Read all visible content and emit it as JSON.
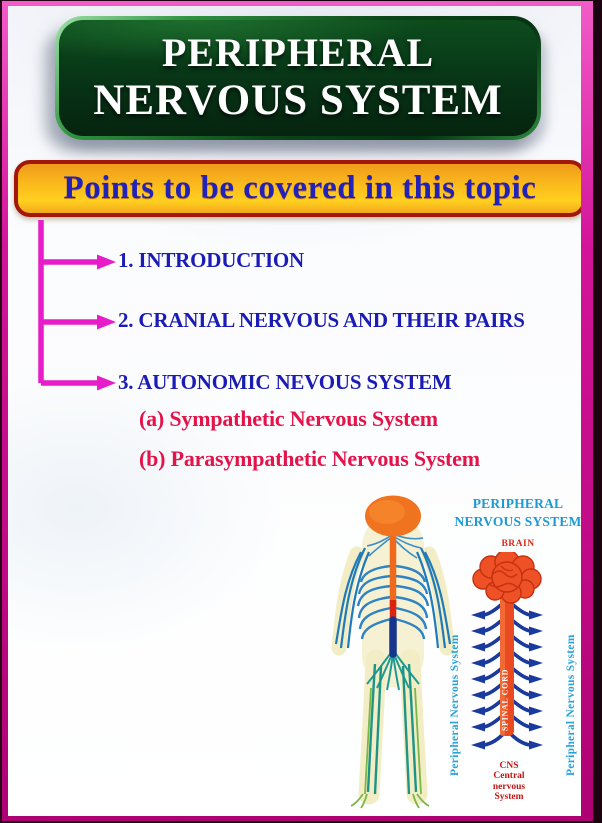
{
  "title_banner": {
    "line1": "PERIPHERAL",
    "line2": "NERVOUS SYSTEM"
  },
  "points_header": {
    "label": "Points to be covered in this topic"
  },
  "topics": {
    "items": [
      {
        "label": "1. INTRODUCTION"
      },
      {
        "label": "2. CRANIAL NERVOUS AND THEIR PAIRS"
      },
      {
        "label": "3. AUTONOMIC NEVOUS SYSTEM"
      }
    ],
    "subitems": [
      {
        "label": "(a)  Sympathetic Nervous System"
      },
      {
        "label": "(b)  Parasympathetic Nervous System"
      }
    ]
  },
  "diagram": {
    "heading_line1": "PERIPHERAL",
    "heading_line2": "NERVOUS SYSTEM",
    "brain_label": "BRAIN",
    "spinal_cord_label": "SPINAL CORD",
    "left_side_label": "Peripheral Nervous System",
    "right_side_label": "Peripheral Nervous System",
    "cns_lines": [
      "CNS",
      "Central",
      "nervous",
      "System"
    ]
  },
  "colors": {
    "frame_magenta": "#d3149a",
    "banner_green": "#073316",
    "banner_text": "#fdfefd",
    "points_bg": "#fbb91c",
    "points_border": "#a21708",
    "points_text": "#2222b8",
    "topic_text": "#1b1bb5",
    "subtopic_text": "#e41349",
    "tree_arrow": "#e81dca",
    "diagram_heading": "#1b9ad4",
    "brain_orange": "#ef5127",
    "nerve_arrow_blue": "#1b3a9e",
    "side_label_cyan": "#28a3da",
    "cns_red": "#c41414"
  }
}
